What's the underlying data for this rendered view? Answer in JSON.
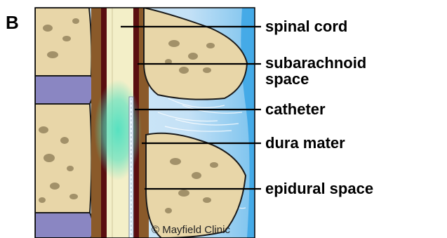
{
  "panel_letter": "B",
  "labels": {
    "spinal_cord": "spinal cord",
    "subarachnoid_line1": "subarachnoid",
    "subarachnoid_line2": "space",
    "catheter": "catheter",
    "dura_mater": "dura mater",
    "epidural_space": "epidural space"
  },
  "credit": "© Mayfield Clinic",
  "colors": {
    "bone": "#E8D6A8",
    "bone_pore": "#8B7A55",
    "disc": "#8A86C2",
    "dura": "#5A0E10",
    "epidural_fat": "#8A5A2A",
    "cord": "#F3EFC8",
    "csf_glow": "#4FE0C0",
    "soft_tissue": "#CFE6F7",
    "skin_edge": "#39A4E5",
    "outline": "#1a1a1a"
  }
}
